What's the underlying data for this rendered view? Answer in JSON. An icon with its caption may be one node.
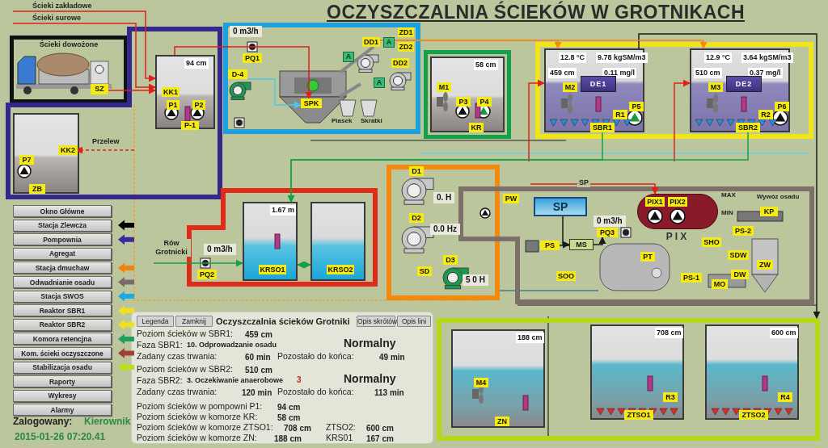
{
  "diagram": {
    "title": "OCZYSZCZALNIA ŚCIEKÓW W GROTNIKACH",
    "nodes": [
      {
        "text": [
          "Ścieki dowożone"
        ]
      },
      {
        "text": [
          "SZ"
        ],
        "in": 0
      },
      {
        "text": [],
        "shape": "box"
      },
      {
        "text": [
          "94 cm"
        ],
        "in": 2
      },
      {
        "text": [
          "KK1"
        ],
        "in": 3
      },
      {
        "text": [
          "P1"
        ],
        "in": 3
      },
      {
        "text": [
          "P2"
        ],
        "in": 3
      },
      {
        "text": [
          "P-1"
        ],
        "in": 3
      },
      {
        "text": [],
        "shape": "box",
        "in": 2
      },
      {
        "text": [
          "P7"
        ],
        "in": 8
      },
      {
        "text": [
          "KK2"
        ],
        "in": 8
      },
      {
        "text": [
          "ZB"
        ],
        "in": 8
      },
      {
        "text": [],
        "shape": "box"
      },
      {
        "text": [
          "PQ1"
        ],
        "in": 12,
        "beside": [
          "0 m3/h"
        ]
      },
      {
        "text": [
          "D-4"
        ],
        "in": 12
      },
      {
        "text": [
          "SPK"
        ],
        "in": 12
      },
      {
        "text": [
          "A"
        ],
        "in": 12
      },
      {
        "text": [
          "DD1"
        ],
        "in": 12
      },
      {
        "text": [
          "A"
        ],
        "in": 12
      },
      {
        "text": [
          "ZD1"
        ],
        "in": 12
      },
      {
        "text": [
          "ZD2"
        ],
        "in": 12
      },
      {
        "text": [
          "A"
        ],
        "in": 12
      },
      {
        "text": [
          "DD2"
        ],
        "in": 12
      },
      {
        "text": [],
        "shape": "box"
      },
      {
        "text": [
          "58 cm"
        ],
        "in": 23
      },
      {
        "text": [
          "M1"
        ],
        "in": 24
      },
      {
        "text": [
          "P3"
        ],
        "in": 24
      },
      {
        "text": [
          "P4"
        ],
        "in": 24
      },
      {
        "text": [
          "KR"
        ],
        "in": 24
      },
      {
        "text": [],
        "shape": "box"
      },
      {
        "text": [
          "12.8 °C",
          "9.78 kgSM/m3",
          "459 cm",
          "0.11 mg/l"
        ],
        "in": 29
      },
      {
        "text": [
          "DE1"
        ],
        "in": 30
      },
      {
        "text": [
          "M2"
        ],
        "in": 30
      },
      {
        "text": [
          "P5"
        ],
        "in": 30
      },
      {
        "text": [
          "R1"
        ],
        "in": 30
      },
      {
        "text": [
          "SBR1"
        ],
        "in": 30
      },
      {
        "text": [
          "12.9 °C",
          "3.64 kgSM/m3",
          "510 cm",
          "0.37 mg/l"
        ],
        "in": 29
      },
      {
        "text": [
          "DE2"
        ],
        "in": 36
      },
      {
        "text": [
          "M3"
        ],
        "in": 36
      },
      {
        "text": [
          "P6"
        ],
        "in": 36
      },
      {
        "text": [
          "R2"
        ],
        "in": 36
      },
      {
        "text": [
          "SBR2"
        ],
        "in": 36
      },
      {
        "text": [],
        "shape": "box"
      },
      {
        "text": [
          "1.67 m"
        ],
        "in": 42
      },
      {
        "text": [
          "KRSO1"
        ],
        "in": 43
      },
      {
        "text": [],
        "shape": "box",
        "in": 42
      },
      {
        "text": [
          "KRSO2"
        ],
        "in": 45
      },
      {
        "text": [
          "PQ2"
        ],
        "in": 42,
        "beside": [
          "0 m3/h"
        ]
      },
      {
        "text": [],
        "shape": "box"
      },
      {
        "text": [
          "D1"
        ],
        "in": 48,
        "beside": [
          "0. H"
        ]
      },
      {
        "text": [
          "D2"
        ],
        "in": 48,
        "beside": [
          "0.0 Hz"
        ]
      },
      {
        "text": [
          "D3"
        ],
        "in": 48,
        "beside": [
          "5 0 H"
        ]
      },
      {
        "text": [
          "SD"
        ],
        "in": 48
      },
      {
        "text": [],
        "shape": "box"
      },
      {
        "text": [
          "PW"
        ],
        "in": 53
      },
      {
        "text": [
          "SP"
        ],
        "in": 53
      },
      {
        "text": [
          "PS"
        ],
        "in": 53
      },
      {
        "text": [
          "MS"
        ],
        "in": 53
      },
      {
        "text": [
          "PQ3"
        ],
        "in": 53,
        "beside": [
          "0 m3/h"
        ]
      },
      {
        "text": [
          "PIX"
        ],
        "in": 53
      },
      {
        "text": [
          "PIX1"
        ],
        "in": 59
      },
      {
        "text": [
          "PIX2"
        ],
        "in": 59
      },
      {
        "text": [
          "PT"
        ],
        "in": 53
      },
      {
        "text": [
          "SOO"
        ],
        "in": 53
      },
      {
        "text": [
          "KP"
        ],
        "in": 53
      },
      {
        "text": [
          "PS-2"
        ],
        "in": 53
      },
      {
        "text": [
          "SHO"
        ],
        "in": 53
      },
      {
        "text": [
          "SDW"
        ],
        "in": 53
      },
      {
        "text": [
          "ZW"
        ],
        "in": 53
      },
      {
        "text": [
          "DW"
        ],
        "in": 53
      },
      {
        "text": [
          "MO"
        ],
        "in": 53
      },
      {
        "text": [
          "PS-1"
        ],
        "in": 53
      },
      {
        "text": [],
        "shape": "box"
      },
      {
        "text": [
          "188 cm"
        ],
        "in": 72
      },
      {
        "text": [
          "M4"
        ],
        "in": 73
      },
      {
        "text": [
          "ZN"
        ],
        "in": 73
      },
      {
        "text": [
          "708 cm"
        ],
        "in": 72
      },
      {
        "text": [
          "R3"
        ],
        "in": 76
      },
      {
        "text": [
          "ZTSO1"
        ],
        "in": 76
      },
      {
        "text": [
          "600 cm"
        ],
        "in": 72
      },
      {
        "text": [
          "R4"
        ],
        "in": 79
      },
      {
        "text": [
          "ZTSO2"
        ],
        "in": 79
      },
      {
        "text": [
          "Oczyszczalnia ścieków Grotniki",
          "Poziom ścieków w SBR1:",
          "459 cm",
          "Faza SBR1:",
          "10. Odprowadzanie osadu",
          "Normalny",
          "Zadany czas trwania:",
          "60 min",
          "Pozostało do końca:",
          "49 min",
          "Poziom ścieków w SBR2:",
          "510 cm",
          "Faza SBR2:",
          "3. Oczekiwanie anaerobowe",
          "3",
          "Normalny",
          "Zadany czas trwania:",
          "120 min",
          "Pozostało do końca:",
          "113 min",
          "Poziom ścieków w pompowni P1:",
          "94 cm",
          "Poziom ścieków w komorze KR:",
          "58 cm",
          "Poziom ścieków w komorze ZTSO1:",
          "708 cm",
          "ZTSO2:",
          "600 cm",
          "Poziom ścieków w komorze ZN:",
          "188 cm",
          "KRS01",
          "167 cm"
        ]
      },
      {
        "text": [
          "Legenda"
        ],
        "in": 82
      },
      {
        "text": [
          "Zamknij"
        ],
        "in": 82
      },
      {
        "text": [
          "Opis skrótów"
        ],
        "in": 82
      },
      {
        "text": [
          "Opis lini"
        ],
        "in": 82
      },
      {
        "text": [
          "Okno Główne"
        ]
      },
      {
        "text": [
          "Stacja Zlewcza"
        ]
      },
      {
        "text": [
          "Pompownia"
        ]
      },
      {
        "text": [
          "Agregat"
        ]
      },
      {
        "text": [
          "Stacja dmuchaw"
        ]
      },
      {
        "text": [
          "Odwadnianie osadu"
        ]
      },
      {
        "text": [
          "Stacja SWOS"
        ]
      },
      {
        "text": [
          "Reaktor SBR1"
        ]
      },
      {
        "text": [
          "Reaktor SBR2"
        ]
      },
      {
        "text": [
          "Komora retencjna"
        ]
      },
      {
        "text": [
          "Kom. ścieki oczyszczone"
        ]
      },
      {
        "text": [
          "Stabilizacja osadu"
        ]
      },
      {
        "text": [
          "Raporty"
        ]
      },
      {
        "text": [
          "Wykresy"
        ]
      },
      {
        "text": [
          "Alarmy"
        ]
      }
    ],
    "edges": [
      {
        "from": null,
        "to": 3,
        "arrow": "to",
        "label": "Ścieki zakładowe"
      },
      {
        "from": null,
        "to": 3,
        "arrow": "to",
        "label": "Ścieki surowe"
      },
      {
        "from": 1,
        "to": 3,
        "arrow": "to"
      },
      {
        "from": null,
        "to": 10,
        "arrow": "to",
        "label": "Przelew",
        "style": "dashed"
      },
      {
        "from": 3,
        "to": 15,
        "arrow": "to"
      },
      {
        "from": null,
        "to": 30,
        "arrow": "to"
      },
      {
        "from": null,
        "to": 36,
        "arrow": "to"
      },
      {
        "from": 30,
        "to": 72,
        "arrow": "to",
        "color": "#1a1a1a"
      },
      {
        "from": 30,
        "to": 43,
        "arrow": "to",
        "color": "#14a046"
      },
      {
        "from": 36,
        "to": 43,
        "arrow": "to",
        "color": "#14a046"
      },
      {
        "from": null,
        "to": 43,
        "arrow": "to",
        "label": "Rów Grotnicki",
        "color": "#14a046"
      },
      {
        "from": 43,
        "to": 45,
        "arrow": "both",
        "color": "#14a046"
      },
      {
        "from": null,
        "to": 59,
        "arrow": "to",
        "label": "SP"
      },
      {
        "from": 55,
        "to": 57,
        "arrow": "to",
        "color": "#1a1a1a"
      },
      {
        "from": 56,
        "to": 57,
        "arrow": "none",
        "color": "#1a1a1a"
      },
      {
        "from": 57,
        "to": 58,
        "arrow": "to",
        "color": "#1a1a1a"
      },
      {
        "from": 14,
        "to": 15,
        "arrow": "to",
        "color": "#4cc8e8"
      },
      {
        "from": 17,
        "to": 30,
        "arrow": "to",
        "color": "#f08a10"
      },
      {
        "from": 17,
        "to": 36,
        "arrow": "to",
        "color": "#f08a10"
      }
    ],
    "labels": [
      "Piasek",
      "Skratki",
      "MAX",
      "MIN",
      "Wywóz osadu",
      "Zalogowany:",
      "Kierownik",
      "2015-01-26 07:20.41"
    ]
  }
}
